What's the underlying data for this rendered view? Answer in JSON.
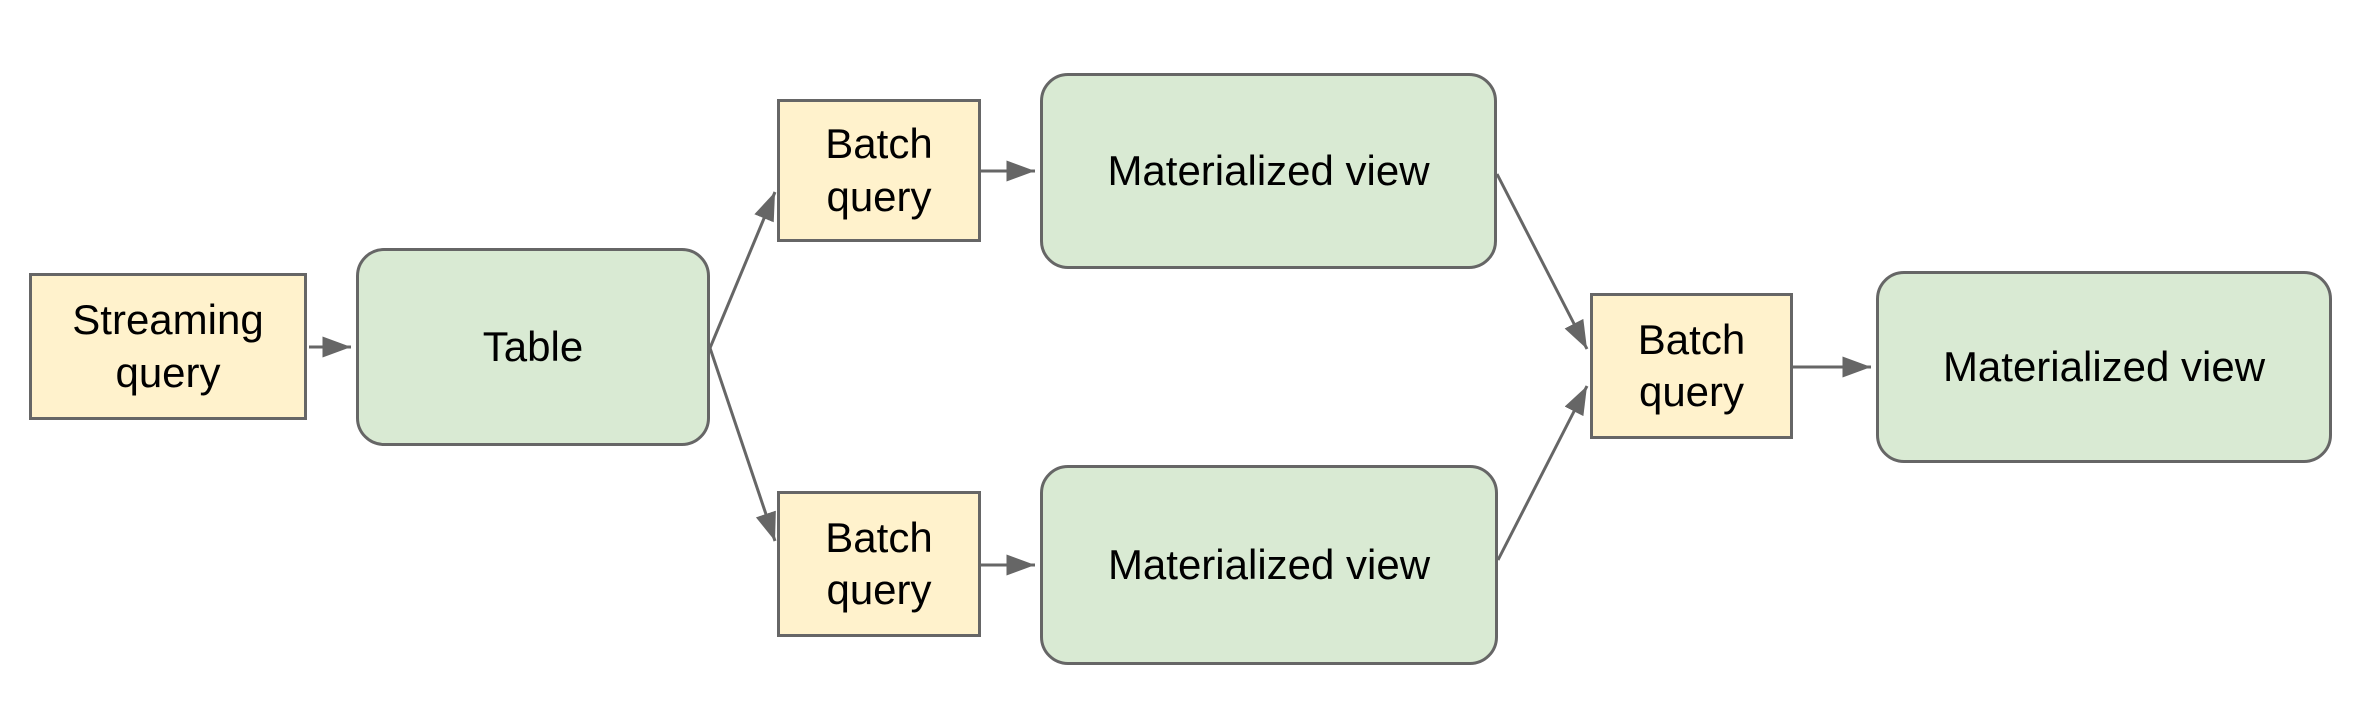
{
  "diagram": {
    "type": "flowchart",
    "colors": {
      "background": "#ffffff",
      "query_fill": "#fff2cc",
      "entity_fill": "#d9ead3",
      "border": "#666666",
      "arrow": "#666666",
      "text": "#000000"
    },
    "nodes": [
      {
        "id": "streaming-query",
        "label": "Streaming query",
        "kind": "query"
      },
      {
        "id": "table",
        "label": "Table",
        "kind": "entity"
      },
      {
        "id": "batch-query-top",
        "label": "Batch query",
        "kind": "query"
      },
      {
        "id": "materialized-view-top",
        "label": "Materialized view",
        "kind": "entity"
      },
      {
        "id": "batch-query-bottom",
        "label": "Batch query",
        "kind": "query"
      },
      {
        "id": "materialized-view-bottom",
        "label": "Materialized view",
        "kind": "entity"
      },
      {
        "id": "batch-query-right",
        "label": "Batch query",
        "kind": "query"
      },
      {
        "id": "materialized-view-right",
        "label": "Materialized view",
        "kind": "entity"
      }
    ],
    "edges": [
      {
        "from": "streaming-query",
        "to": "table"
      },
      {
        "from": "table",
        "to": "batch-query-top"
      },
      {
        "from": "batch-query-top",
        "to": "materialized-view-top"
      },
      {
        "from": "table",
        "to": "batch-query-bottom"
      },
      {
        "from": "batch-query-bottom",
        "to": "materialized-view-bottom"
      },
      {
        "from": "materialized-view-top",
        "to": "batch-query-right"
      },
      {
        "from": "materialized-view-bottom",
        "to": "batch-query-right"
      },
      {
        "from": "batch-query-right",
        "to": "materialized-view-right"
      }
    ]
  }
}
